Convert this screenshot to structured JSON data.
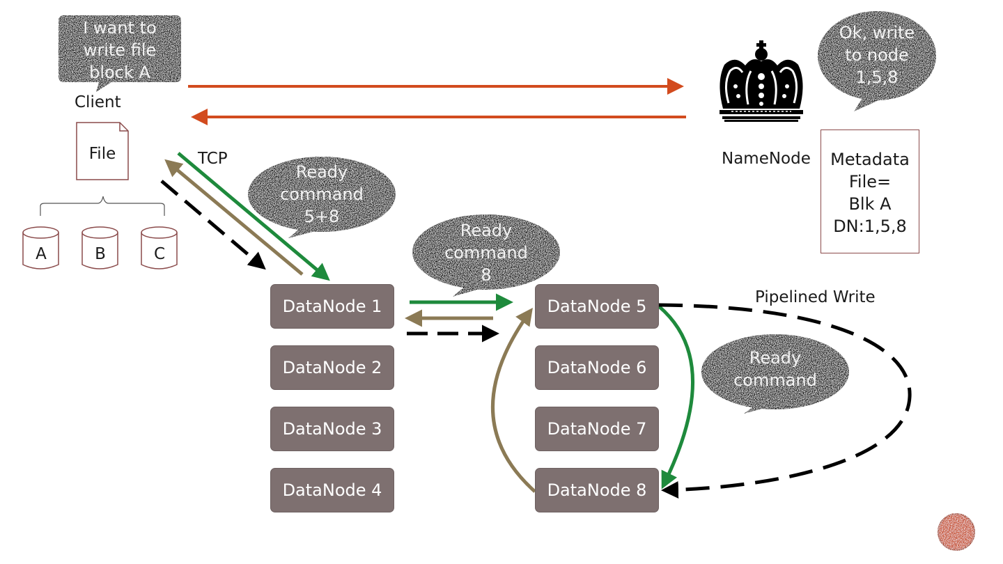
{
  "client": {
    "label": "Client",
    "speech": [
      "I want to",
      "write file",
      "block A"
    ],
    "file_label": "File",
    "blocks": [
      "A",
      "B",
      "C"
    ]
  },
  "namenode": {
    "label": "NameNode",
    "speech": [
      "Ok, write",
      "to node",
      "1,5,8"
    ],
    "icon": "crown-icon",
    "metadata": [
      "Metadata",
      "File=",
      "Blk A",
      "DN:1,5,8"
    ]
  },
  "tcp_label": "TCP",
  "bubbles": {
    "ready_5_8": [
      "Ready",
      "command",
      "5+8"
    ],
    "ready_8": [
      "Ready",
      "command",
      "8"
    ],
    "ready": [
      "Ready",
      "command"
    ]
  },
  "pipelined_label": "Pipelined Write",
  "datanodes": {
    "dn1": "DataNode 1",
    "dn2": "DataNode 2",
    "dn3": "DataNode 3",
    "dn4": "DataNode 4",
    "dn5": "DataNode 5",
    "dn6": "DataNode 6",
    "dn7": "DataNode 7",
    "dn8": "DataNode 8"
  },
  "colors": {
    "request_arrow": "#d24b1e",
    "ready_arrow": "#1e8a3c",
    "ack_arrow": "#8b7a55",
    "data_arrow": "#000000",
    "datanode_fill": "#7e7070",
    "nav_button": "#c4421a"
  }
}
